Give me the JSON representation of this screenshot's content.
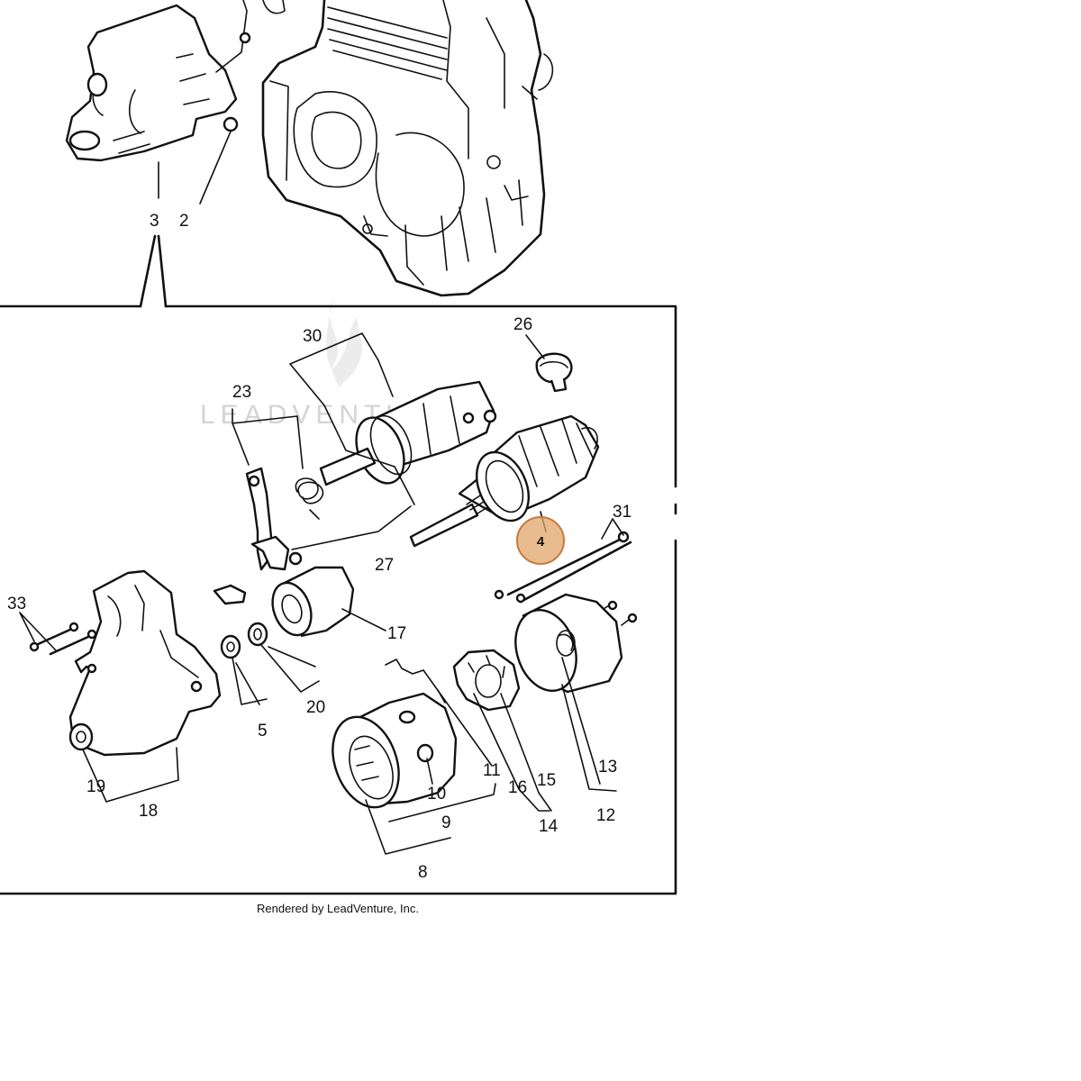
{
  "watermark": "LEADVENTURE",
  "credit": "Rendered by LeadVenture, Inc.",
  "highlight": {
    "callout": "4",
    "color": "#e0a56a",
    "stroke": "#c87a3c"
  },
  "callouts": {
    "c2": "2",
    "c3": "3",
    "c4": "4",
    "c5": "5",
    "c8": "8",
    "c9": "9",
    "c10": "10",
    "c11": "11",
    "c12": "12",
    "c13": "13",
    "c14": "14",
    "c15": "15",
    "c16": "16",
    "c17": "17",
    "c18": "18",
    "c19": "19",
    "c20": "20",
    "c23": "23",
    "c26": "26",
    "c27": "27",
    "c30": "30",
    "c31": "31",
    "c33": "33"
  }
}
